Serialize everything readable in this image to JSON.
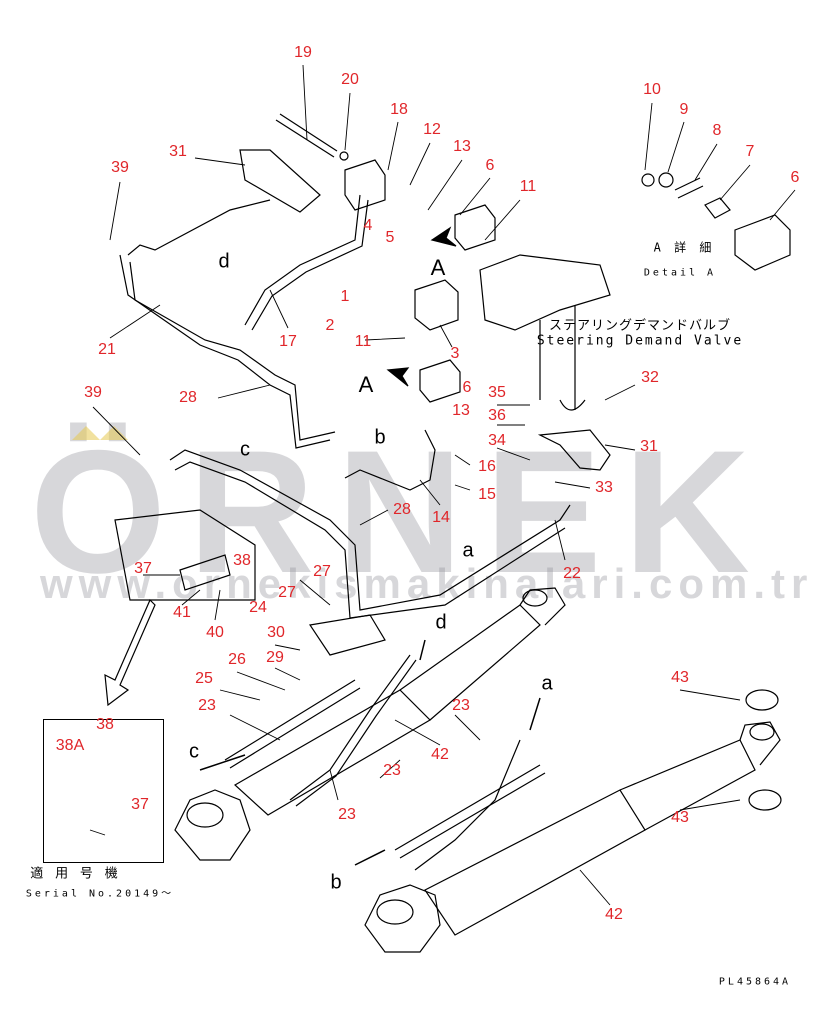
{
  "watermark": {
    "logo": "ÖRNEK",
    "url": "www.ornekismakinalari.com.tr"
  },
  "callouts": [
    "19",
    "20",
    "18",
    "12",
    "13",
    "6",
    "11",
    "31",
    "39",
    "4",
    "5",
    "1",
    "2",
    "11",
    "3",
    "17",
    "21",
    "6",
    "13",
    "28",
    "39",
    "35",
    "36",
    "34",
    "16",
    "15",
    "33",
    "31",
    "32",
    "28",
    "14",
    "22",
    "38",
    "37",
    "41",
    "40",
    "24",
    "27",
    "27",
    "30",
    "29",
    "26",
    "25",
    "23",
    "43",
    "23",
    "42",
    "23",
    "43",
    "23",
    "42",
    "38",
    "38A",
    "37",
    "10",
    "9",
    "8",
    "7",
    "6"
  ],
  "view_letters": [
    "d",
    "A",
    "A",
    "b",
    "c",
    "a",
    "d",
    "a",
    "c",
    "b"
  ],
  "detail": {
    "title_jp": "A 詳 細",
    "title_en": "Detail A"
  },
  "valve_label": {
    "jp": "ステアリングデマンドバルブ",
    "en": "Steering Demand Valve"
  },
  "serial_note": {
    "jp": "適 用 号 機",
    "en": "Serial No.20149〜"
  },
  "drawing_code": "PL45864A"
}
